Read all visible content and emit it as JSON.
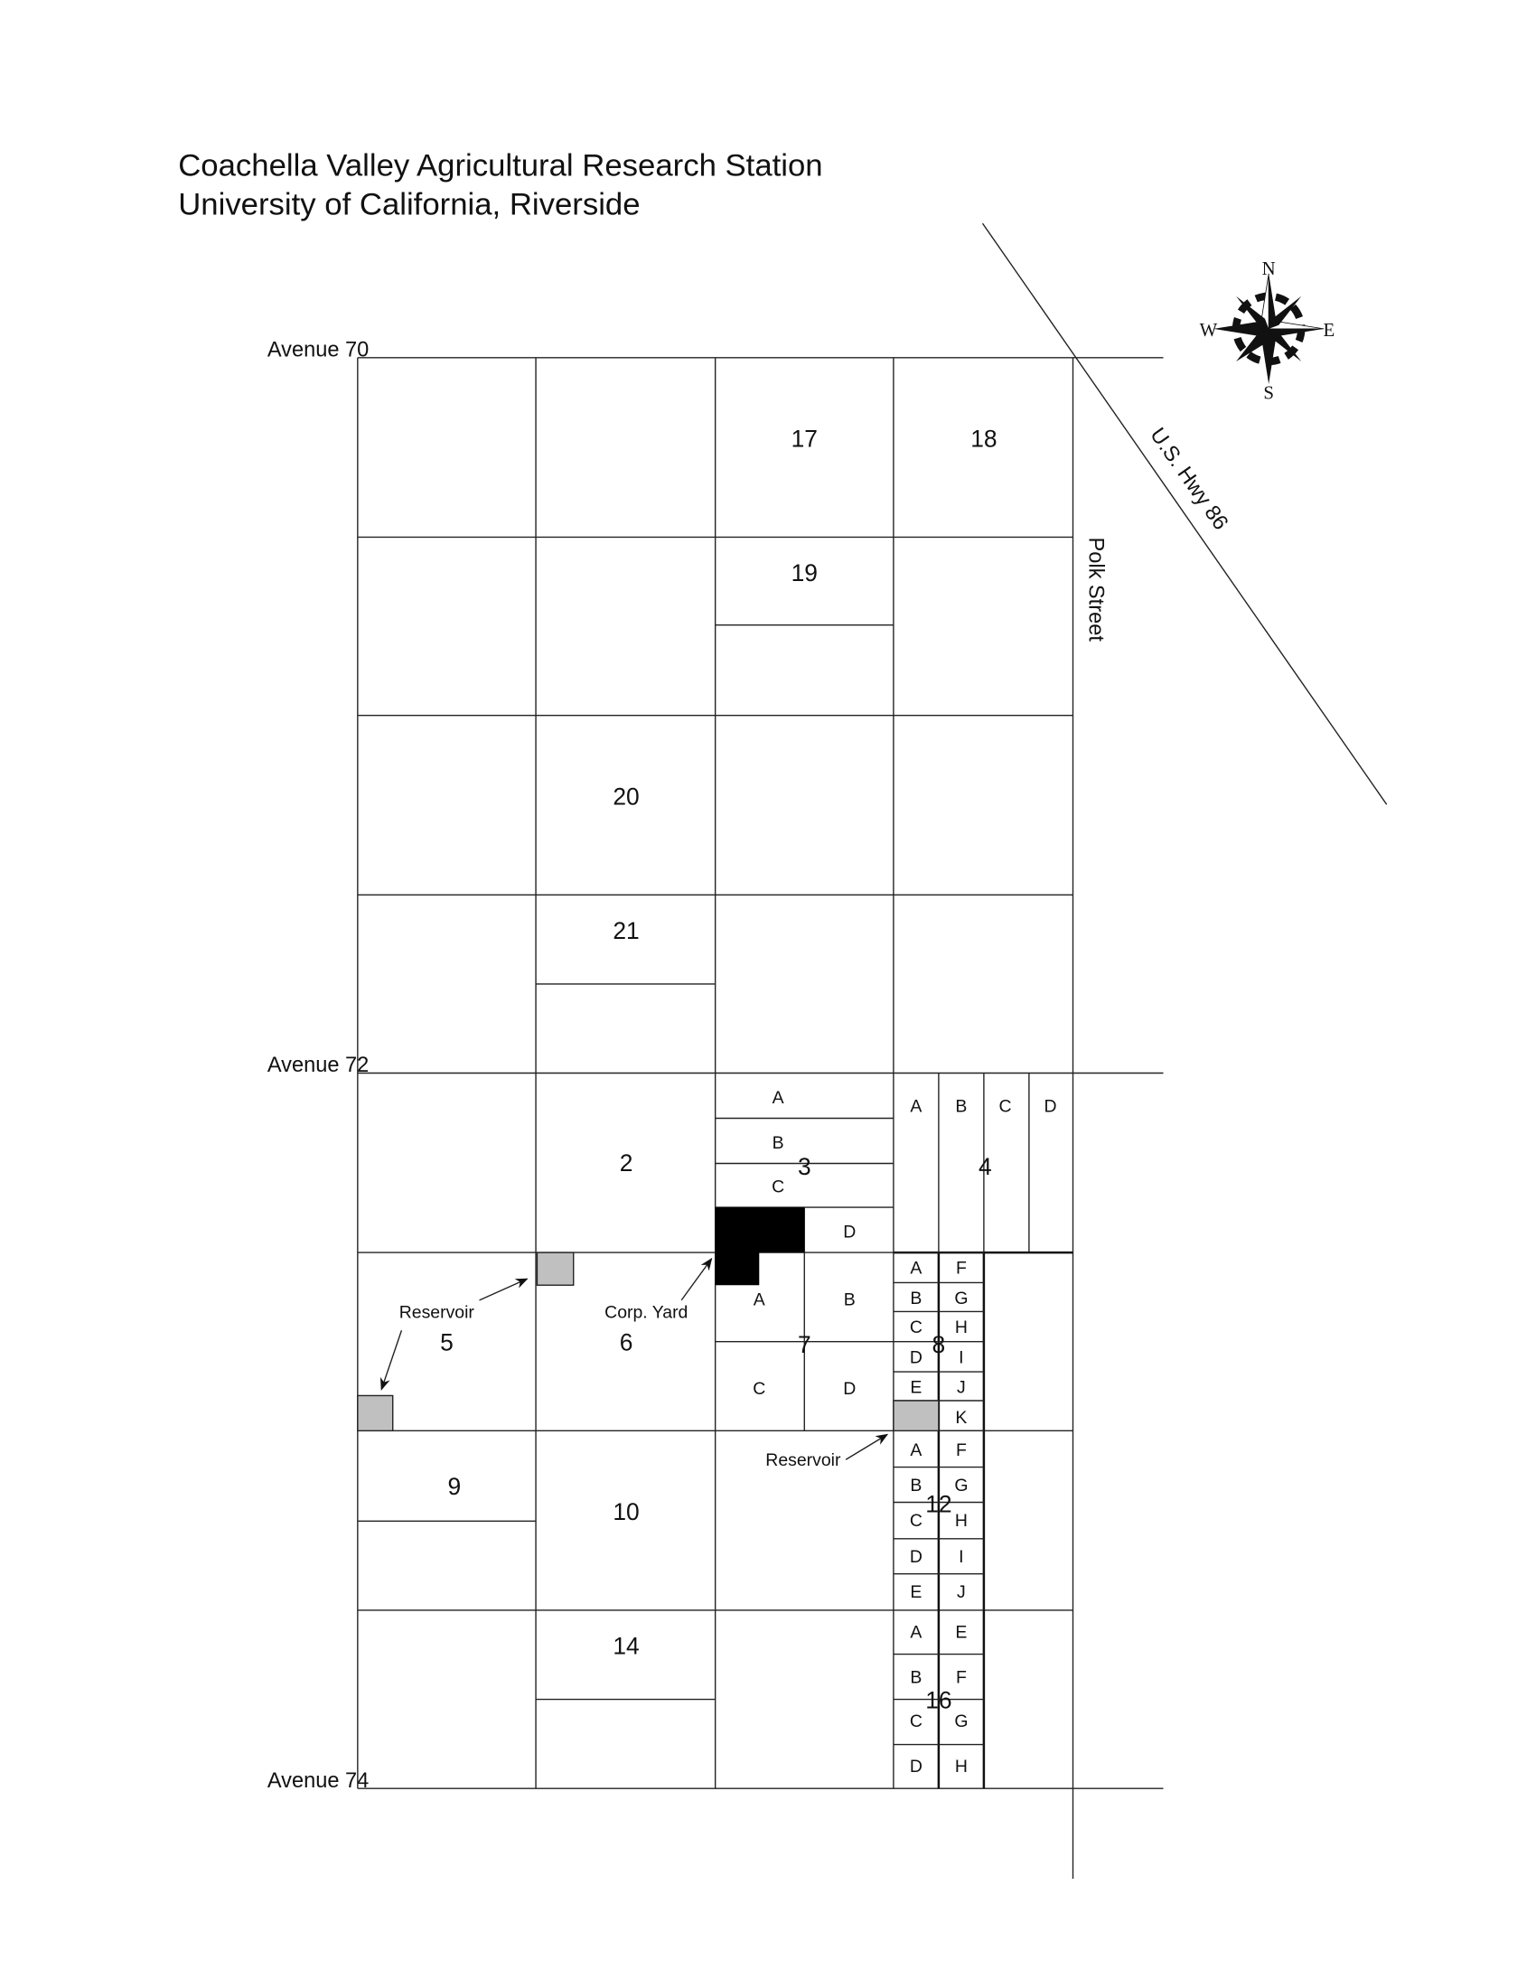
{
  "title": {
    "line1": "Coachella Valley Agricultural Research Station",
    "line2": "University of California, Riverside"
  },
  "roads": {
    "avenue_70": "Avenue 70",
    "avenue_72": "Avenue 72",
    "avenue_74": "Avenue 74",
    "polk_street": "Polk Street",
    "hwy_86": "U.S. Hwy 86"
  },
  "compass": {
    "n": "N",
    "e": "E",
    "s": "S",
    "w": "W"
  },
  "fields": {
    "f17": "17",
    "f18": "18",
    "f19": "19",
    "f20": "20",
    "f21": "21",
    "f2": "2",
    "f3": "3",
    "f4": "4",
    "f5": "5",
    "f6": "6",
    "f7": "7",
    "f8": "8",
    "f9": "9",
    "f10": "10",
    "f12": "12",
    "f14": "14",
    "f16": "16"
  },
  "subplots": {
    "s3": [
      "A",
      "B",
      "C",
      "D"
    ],
    "s4": [
      "A",
      "B",
      "C",
      "D"
    ],
    "s7": [
      "A",
      "B",
      "C",
      "D"
    ],
    "s8": [
      "A",
      "B",
      "C",
      "D",
      "E",
      "F",
      "G",
      "H",
      "I",
      "J",
      "K"
    ],
    "s12": [
      "A",
      "B",
      "C",
      "D",
      "E",
      "F",
      "G",
      "H",
      "I",
      "J"
    ],
    "s16": [
      "A",
      "B",
      "C",
      "D",
      "E",
      "F",
      "G",
      "H"
    ]
  },
  "annotations": {
    "reservoir_1": "Reservoir",
    "corp_yard": "Corp. Yard",
    "reservoir_2": "Reservoir"
  },
  "colors": {
    "reservoir": "#c0c0c0",
    "corp_yard": "#000000"
  }
}
